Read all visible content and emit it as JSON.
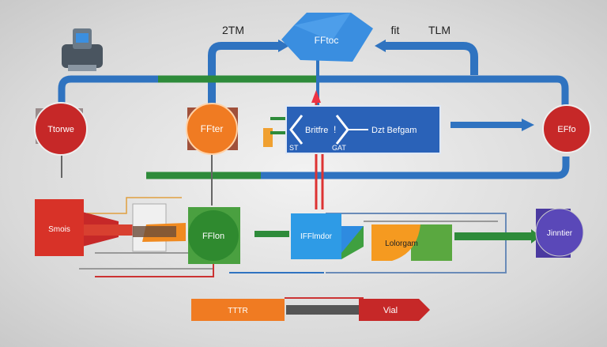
{
  "top_labels": {
    "left": "2TM",
    "hub": "FFtoc",
    "right_a": "fit",
    "right_b": "TLM"
  },
  "nodes": {
    "left_circle": "Ttorwe",
    "filter_circle": "FFter",
    "panel_left": "Britfre",
    "panel_mark": "!",
    "panel_right": "Dzt Befgam",
    "panel_bottom_left": "ST",
    "panel_bottom_mid": "GAT",
    "right_circle": "EFfo",
    "red_box": "Smois",
    "green_box": "FFlon",
    "blue_box": "IFFlmdor",
    "orange_box": "Lolorgam",
    "purple_box": "Jinntier",
    "bottom_orange": "TTTR",
    "bottom_red": "Vial"
  },
  "colors": {
    "blue": "#2f73c0",
    "green": "#2e8b3a",
    "red": "#c62828",
    "orange": "#f07b22",
    "purple": "#4b3aa0"
  }
}
